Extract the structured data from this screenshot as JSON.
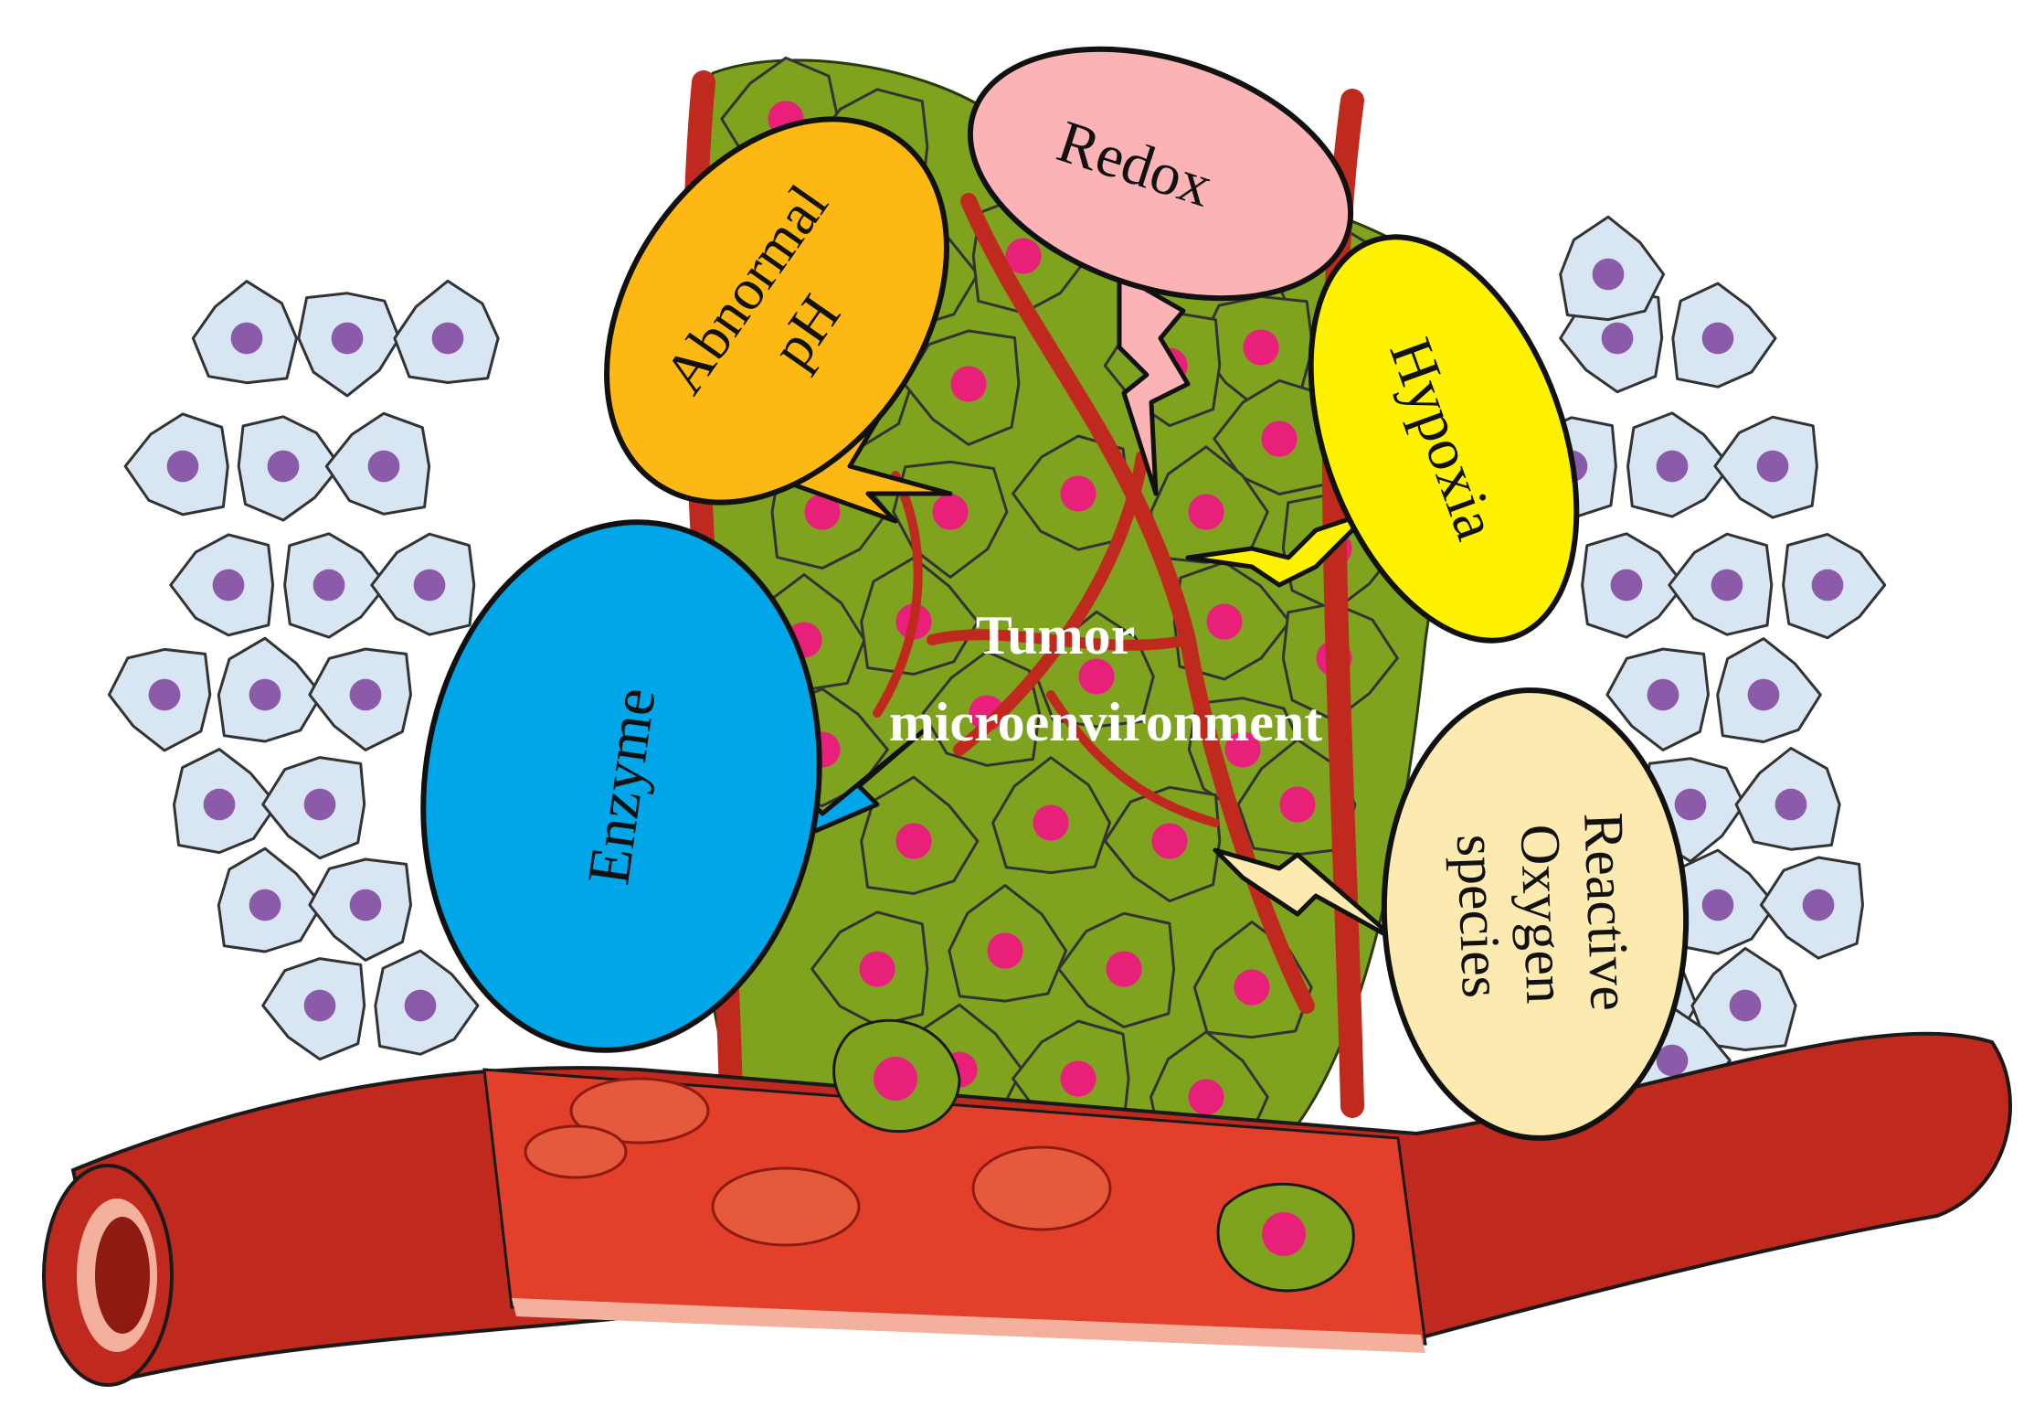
{
  "center": {
    "line1": "Tumor",
    "line2": "microenvironment"
  },
  "stimuli": {
    "abnormal_ph": {
      "line1": "Abnormal",
      "line2": "pH",
      "color": "#FDB813"
    },
    "redox": {
      "line1": "Redox",
      "color": "#FBB3B5"
    },
    "hypoxia": {
      "line1": "Hypoxia",
      "color": "#FFF200"
    },
    "enzyme": {
      "line1": "Enzyme",
      "color": "#00A6E8"
    },
    "ros": {
      "line1": "Reactive",
      "line2": "Oxygen",
      "line3": "species",
      "color": "#FCEAB0"
    }
  },
  "colors": {
    "tumor_cell": "#7FA31F",
    "tumor_nucleus": "#E8207A",
    "normal_cell": "#D7E6F2",
    "normal_nucleus": "#8B5AA8",
    "vessel": "#C0291E",
    "vessel_dark": "#8E1A12",
    "rbc": "#E55A3C"
  }
}
